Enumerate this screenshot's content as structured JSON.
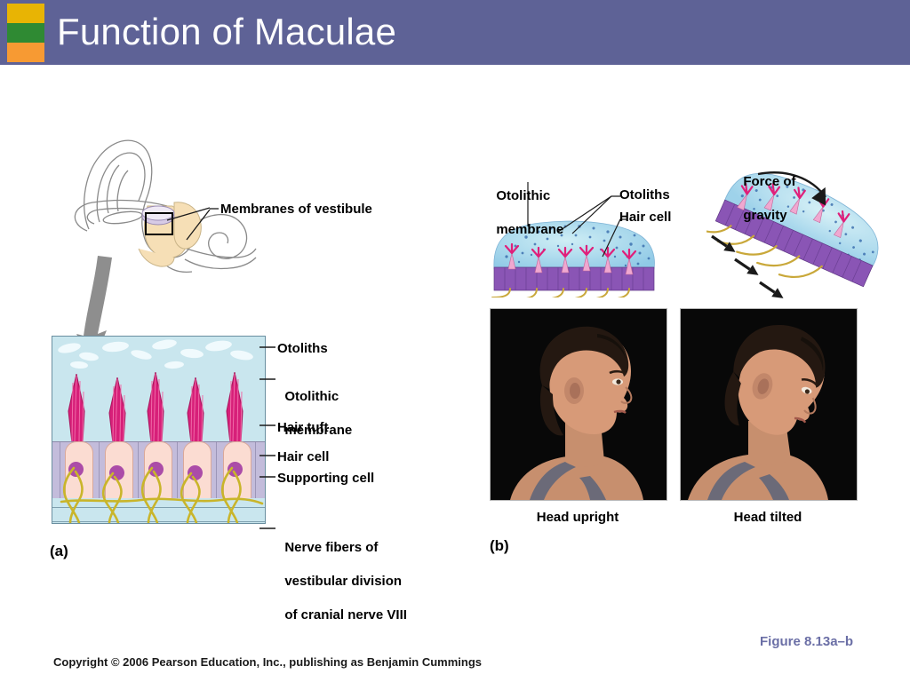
{
  "header": {
    "title": "Function of Maculae",
    "bar_color": "#5e6296",
    "swatches": [
      {
        "name": "yellow",
        "color": "#e8b404"
      },
      {
        "name": "green",
        "color": "#2f8a33"
      },
      {
        "name": "orange",
        "color": "#f79a33"
      }
    ]
  },
  "panel_a": {
    "tag": "(a)",
    "ear_label": "Membranes of vestibule",
    "labels": {
      "otoliths": "Otoliths",
      "otolithic_membrane_l1": "Otolithic",
      "otolithic_membrane_l2": "membrane",
      "hair_tuft": "Hair tuft",
      "hair_cell": "Hair cell",
      "supporting_cell": "Supporting cell",
      "nerve_l1": "Nerve fibers of",
      "nerve_l2": "vestibular division",
      "nerve_l3": "of cranial nerve VIII"
    }
  },
  "panel_b": {
    "tag": "(b)",
    "otolithic_membrane_l1": "Otolithic",
    "otolithic_membrane_l2": "membrane",
    "otoliths": "Otoliths",
    "hair_cell": "Hair cell",
    "force_l1": "Force of",
    "force_l2": "gravity",
    "caption_left": "Head upright",
    "caption_right": "Head tilted"
  },
  "footer": {
    "copyright": "Copyright © 2006 Pearson Education, Inc., publishing as Benjamin Cummings",
    "figure": "Figure 8.13a–b",
    "figure_color": "#6b6fa6"
  }
}
